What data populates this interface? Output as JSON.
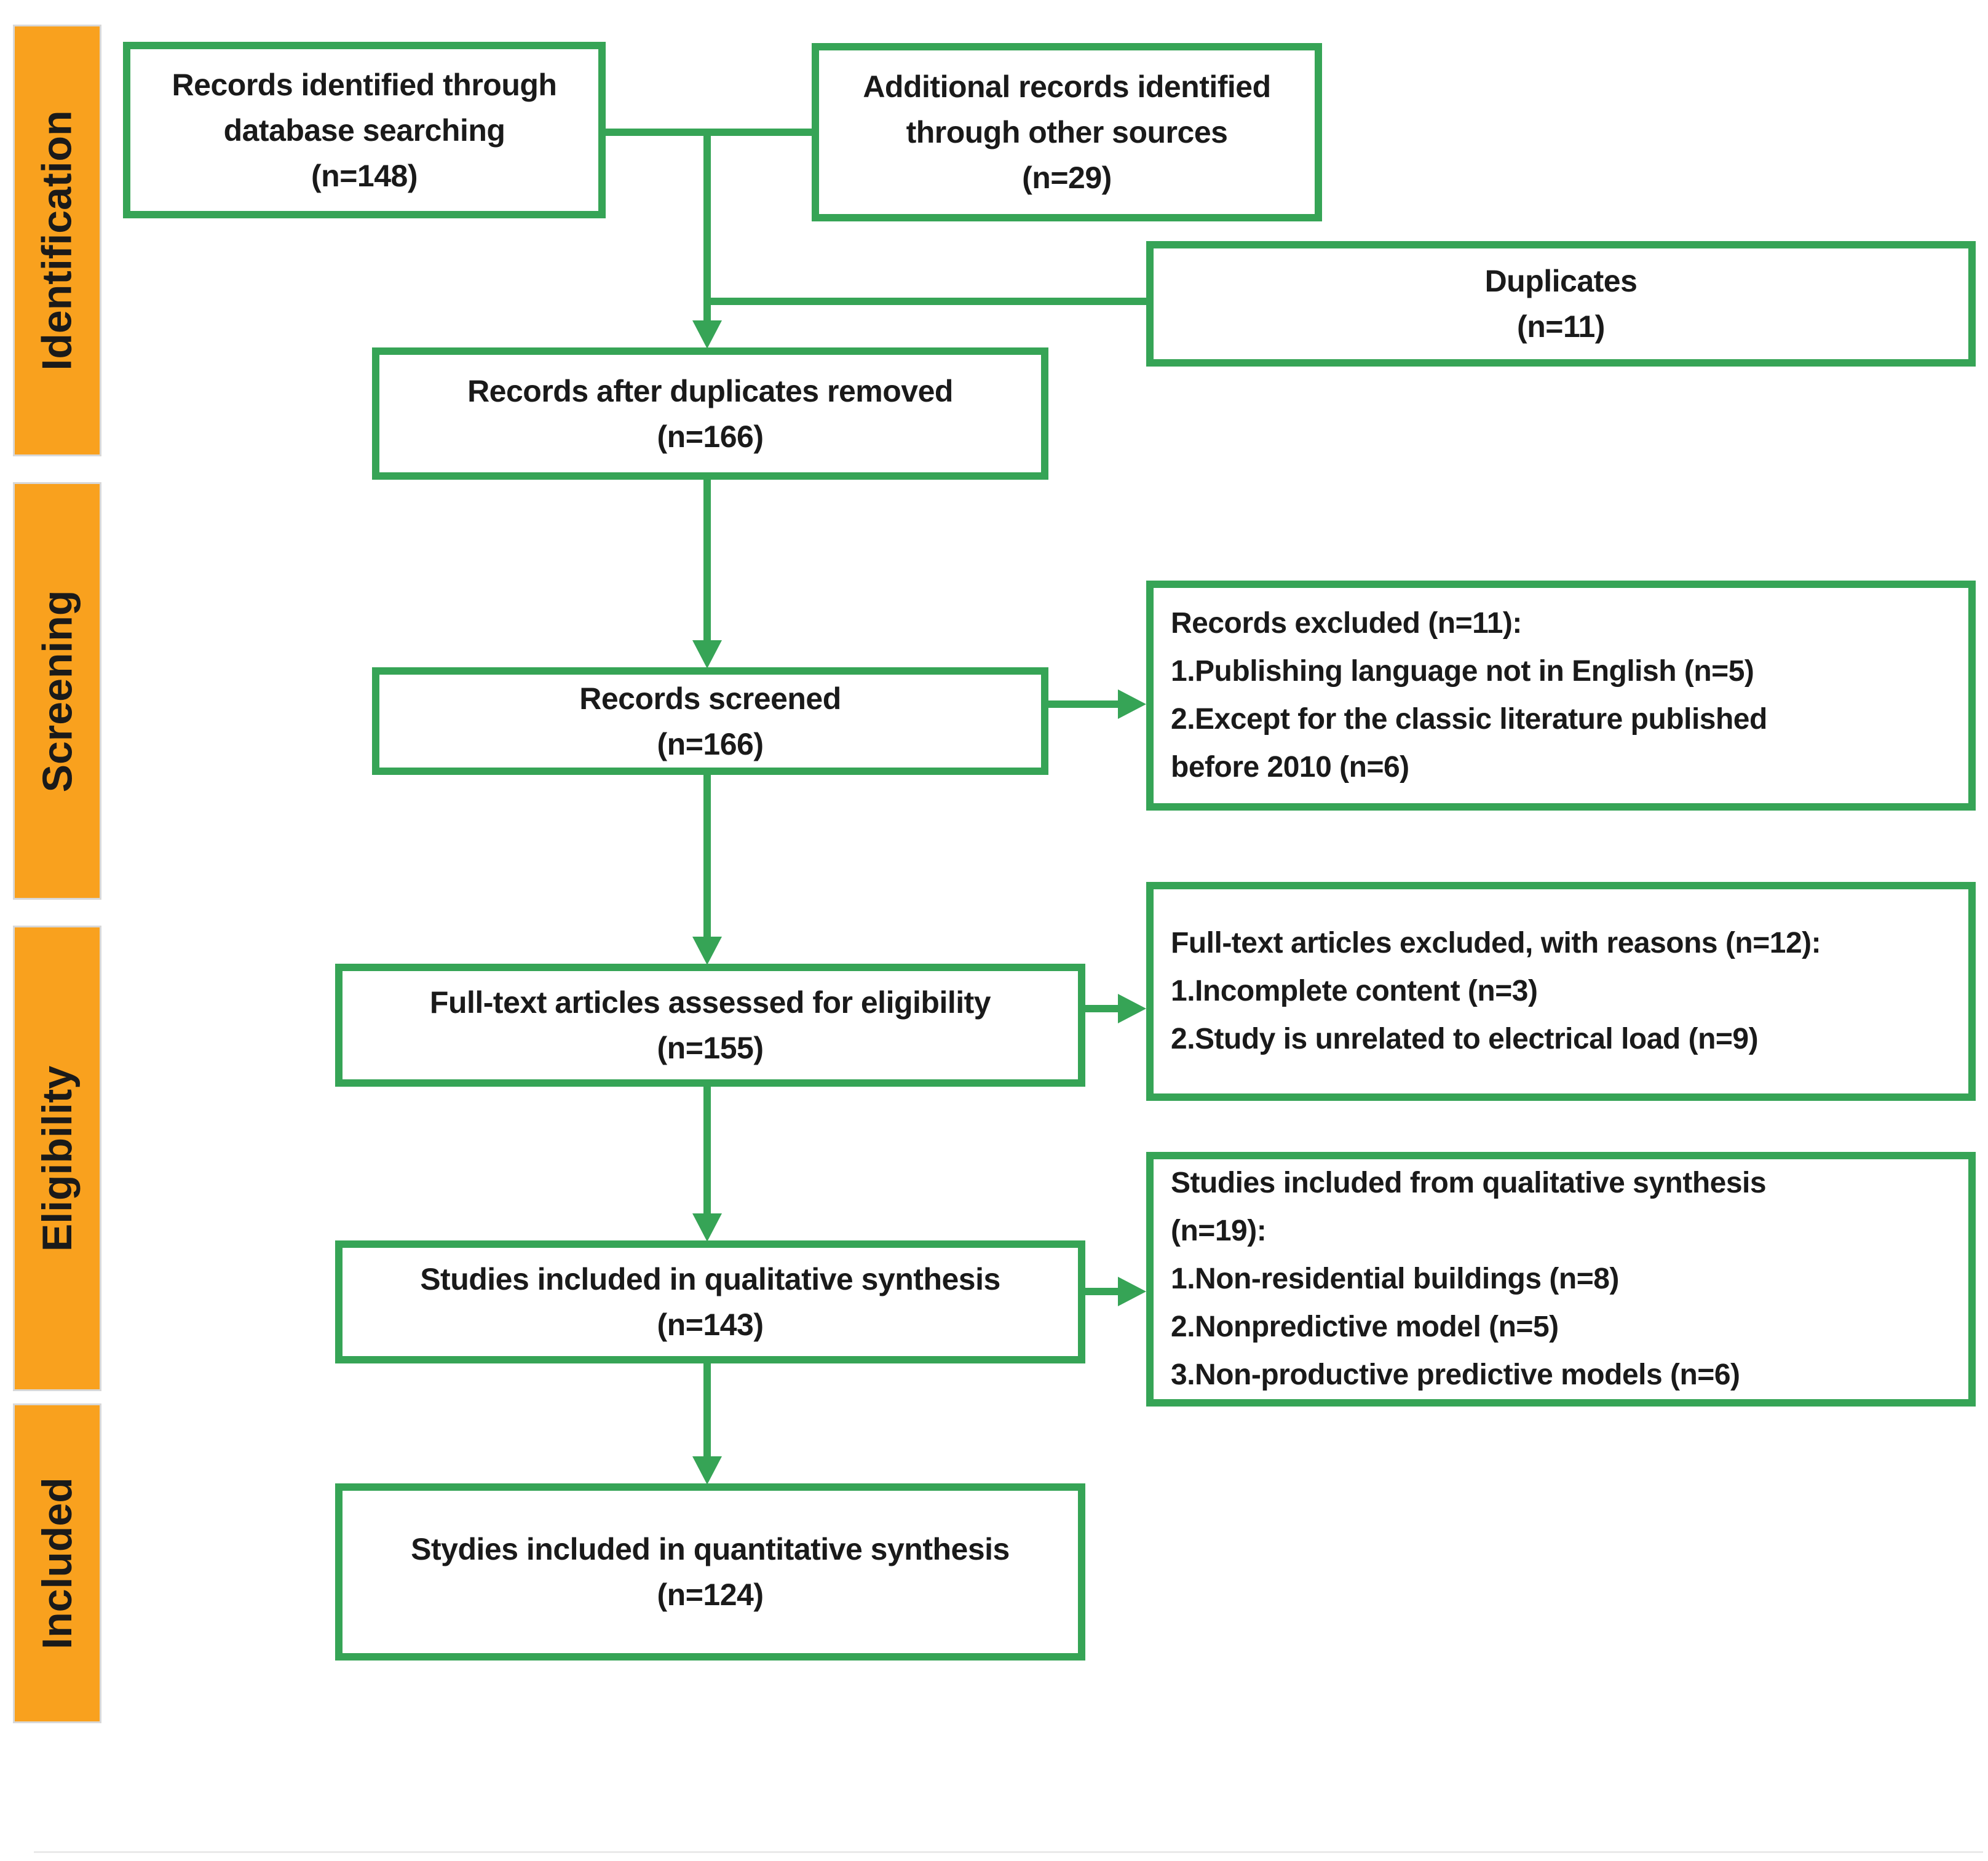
{
  "palette": {
    "box_border_green": "#36A456",
    "stage_bar_orange": "#F9A11E",
    "stage_bar_border_grey": "#D8D8D8",
    "text_black": "#1a1a1a"
  },
  "sidebar": {
    "stages": [
      {
        "label": "Identification"
      },
      {
        "label": "Screening"
      },
      {
        "label": "Eligibility"
      },
      {
        "label": "Included"
      }
    ]
  },
  "boxes": {
    "identified": {
      "text": "Records identified through\ndatabase searching\n(n=148)"
    },
    "additional": {
      "text": "Additional records identified\nthrough other sources\n(n=29)"
    },
    "duplicates": {
      "text": "Duplicates\n(n=11)"
    },
    "after_duplicates": {
      "text": "Records after duplicates removed\n(n=166)"
    },
    "screened": {
      "text": "Records screened\n(n=166)"
    },
    "records_excluded": {
      "text": "Records excluded (n=11):\n1.Publishing language not in English (n=5)\n2.Except for the classic literature published\nbefore 2010 (n=6)"
    },
    "fulltext_assessed": {
      "text": "Full-text articles assessed for eligibility\n(n=155)"
    },
    "fulltext_excluded": {
      "text": "Full-text articles excluded, with reasons (n=12):\n1.Incomplete content (n=3)\n2.Study is unrelated to electrical load (n=9)"
    },
    "qualitative_included": {
      "text": "Studies included in qualitative synthesis\n(n=143)"
    },
    "from_qualitative": {
      "text": "Studies included from qualitative synthesis\n(n=19):\n1.Non-residential buildings (n=8)\n2.Nonpredictive model (n=5)\n3.Non-productive predictive models (n=6)"
    },
    "quantitative_included": {
      "text": "Stydies included in quantitative synthesis\n(n=124)"
    }
  }
}
